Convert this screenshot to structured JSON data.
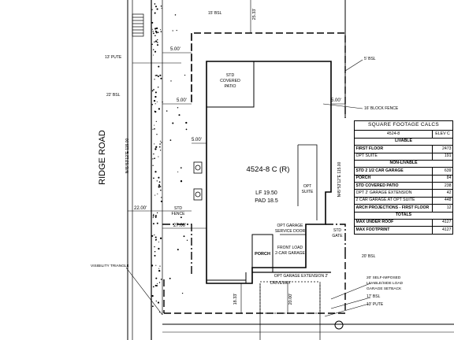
{
  "plan": {
    "lot_label": "4524-8 C (R)",
    "lf": "LF 19.50",
    "pad": "PAD 18.5",
    "road_name": "RIDGE ROAD",
    "lot_line_bearing": "N45°53'12\"E 115.00",
    "side_bearing": "N45°53'12\"E 115.00"
  },
  "labels": {
    "std_covered_patio": [
      "STD",
      "COVERED",
      "PATIO"
    ],
    "opt_suite": [
      "OPT",
      "SUITE"
    ],
    "std_fence": [
      "STD",
      "FENCE"
    ],
    "std_gate": [
      "STD",
      "GATE"
    ],
    "opt_garage_service_door": [
      "OPT GARAGE",
      "SERVICE DOOR"
    ],
    "front_load": [
      "FRONT LOAD",
      "2-CAR GARAGE"
    ],
    "porch": "PORCH",
    "opt_garage_extension": "OPT GARAGE EXTENSION 2'",
    "driveway": "DRIVEWAY",
    "visibility_triangle": "VISIBILITY TRIANGLE",
    "block_fence": "16' BLOCK FENCE",
    "setback_notes": [
      "20' SELF-IMPOSED",
      "LIVABLE/SIDE LOAD",
      "GARAGE SETBACK"
    ]
  },
  "dimensions": {
    "bsl_15": "15' BSL",
    "d_25_33": "25.33'",
    "d_5_00_top": "5.00'",
    "pute_13": "13' PUTE",
    "bsl_5": "5' BSL",
    "bsl_22": "22' BSL",
    "d_5_00_left": "5.00'",
    "d_5_00_mid": "5.00'",
    "d_5_00_right": "5.00'",
    "d_22_00": "22.00'",
    "d_27_00": "27.00'",
    "bsl_20": "20' BSL",
    "bsl_17": "17' BSL",
    "pute_13b": "13' PUTE",
    "d_18_33": "18.33'",
    "d_20_00": "20.00'"
  },
  "square_footage": {
    "title": "SQUARE FOOTAGE CALCS",
    "plan_no": "4524-8",
    "elevation": "ELEV C",
    "livable_header": "LIVABLE",
    "livable": [
      {
        "label": "FIRST FLOOR",
        "value": "2473",
        "bold": true
      },
      {
        "label": "OPT SUITE",
        "value": "191",
        "bold": false
      }
    ],
    "non_livable_header": "NON-LIVABLE",
    "non_livable": [
      {
        "label": "STD 2 1/2 CAR GARAGE",
        "value": "639",
        "bold": true
      },
      {
        "label": "PORCH",
        "value": "84",
        "bold": true
      },
      {
        "label": "STD COVERED PATIO",
        "value": "238",
        "bold": true
      },
      {
        "label": "OPT 2' GARAGE EXTENSION",
        "value": "42",
        "bold": false
      },
      {
        "label": "2 CAR GARAGE AT OPT SUITE",
        "value": "448",
        "bold": false
      },
      {
        "label": "ARCH PROJECTIONS - FIRST FLOOR",
        "value": "12",
        "bold": true
      }
    ],
    "totals_header": "TOTALS",
    "totals": [
      {
        "label": "MAX UNDER ROOF",
        "value": "4127",
        "bold": true
      },
      {
        "label": "MAX FOOTPRINT",
        "value": "4127",
        "bold": true
      }
    ]
  }
}
